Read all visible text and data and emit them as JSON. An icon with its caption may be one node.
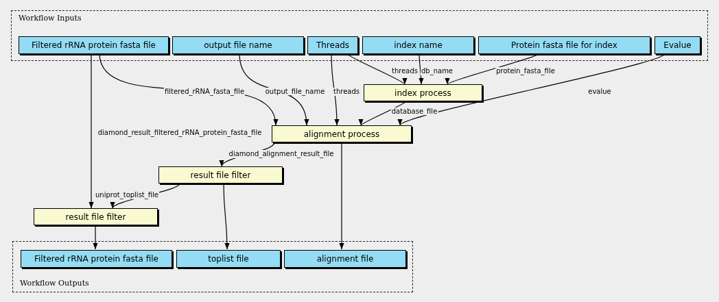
{
  "diagram": {
    "nodes": [
      {
        "text": [
          "Workflow Inputs"
        ]
      },
      {
        "text": [
          "Filtered rRNA protein fasta file"
        ],
        "in": 0
      },
      {
        "text": [
          "output file name"
        ],
        "in": 0
      },
      {
        "text": [
          "Threads"
        ],
        "in": 0
      },
      {
        "text": [
          "index name"
        ],
        "in": 0
      },
      {
        "text": [
          "Protein fasta file for index"
        ],
        "in": 0
      },
      {
        "text": [
          "Evalue"
        ],
        "in": 0
      },
      {
        "text": [
          "index process"
        ]
      },
      {
        "text": [
          "alignment process"
        ]
      },
      {
        "text": [
          "result file filter"
        ]
      },
      {
        "text": [
          "result file filter"
        ]
      },
      {
        "text": [
          "Workflow Outputs"
        ]
      },
      {
        "text": [
          "Filtered rRNA protein fasta file"
        ],
        "in": 11
      },
      {
        "text": [
          "toplist file"
        ],
        "in": 11
      },
      {
        "text": [
          "alignment file"
        ],
        "in": 11
      }
    ],
    "edges": [
      {
        "from": 1,
        "to": 10,
        "arrow": "to",
        "label": "diamond_result_filtered_rRNA_protein_fasta_file"
      },
      {
        "from": 1,
        "to": 8,
        "arrow": "to",
        "label": "filtered_rRNA_fasta_file"
      },
      {
        "from": 2,
        "to": 8,
        "arrow": "to",
        "label": "output_file_name"
      },
      {
        "from": 3,
        "to": 8,
        "arrow": "to",
        "label": "threads"
      },
      {
        "from": 3,
        "to": 7,
        "arrow": "to",
        "label": "threads"
      },
      {
        "from": 4,
        "to": 7,
        "arrow": "to",
        "label": "db_name"
      },
      {
        "from": 5,
        "to": 7,
        "arrow": "to",
        "label": "protein_fasta_file"
      },
      {
        "from": 6,
        "to": 8,
        "arrow": "to",
        "label": "evalue"
      },
      {
        "from": 7,
        "to": 8,
        "arrow": "to",
        "label": "database_file"
      },
      {
        "from": 8,
        "to": 9,
        "arrow": "to",
        "label": "diamond_alignment_result_file"
      },
      {
        "from": 8,
        "to": 14,
        "arrow": "to"
      },
      {
        "from": 9,
        "to": 10,
        "arrow": "to",
        "label": "uniprot_toplist_file"
      },
      {
        "from": 9,
        "to": 13,
        "arrow": "to"
      },
      {
        "from": 10,
        "to": 12,
        "arrow": "to"
      }
    ]
  }
}
